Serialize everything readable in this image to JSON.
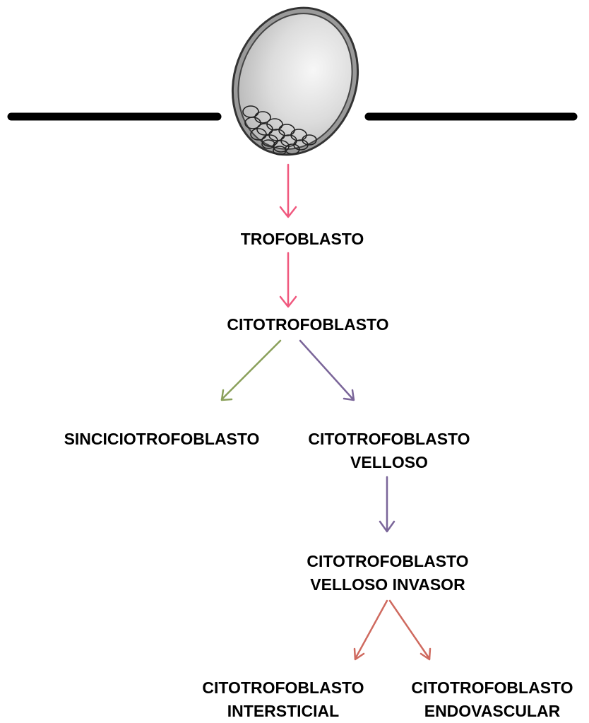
{
  "colors": {
    "pink_arrow": "#f0587e",
    "green_arrow": "#8aa05a",
    "purple_arrow": "#7a6599",
    "red_arrow": "#cf6a5f",
    "membrane_line": "#000000",
    "blastocyst_fill": "#d9d9d9",
    "blastocyst_outline": "#3a3a3a"
  },
  "nodes": {
    "trofoblasto": "TROFOBLASTO",
    "citotrofoblasto": "CITOTROFOBLASTO",
    "sinciciotrofoblasto": "SINCICIOTROFOBLASTO",
    "citotrofoblasto_velloso": {
      "line1": "CITOTROFOBLASTO",
      "line2": "VELLOSO"
    },
    "citotrofoblasto_velloso_invasor": {
      "line1": "CITOTROFOBLASTO",
      "line2": "VELLOSO INVASOR"
    },
    "citotrofoblasto_intersticial": {
      "line1": "CITOTROFOBLASTO",
      "line2": "INTERSTICIAL"
    },
    "citotrofoblasto_endovascular": {
      "line1": "CITOTROFOBLASTO",
      "line2": "ENDOVASCULAR"
    }
  }
}
